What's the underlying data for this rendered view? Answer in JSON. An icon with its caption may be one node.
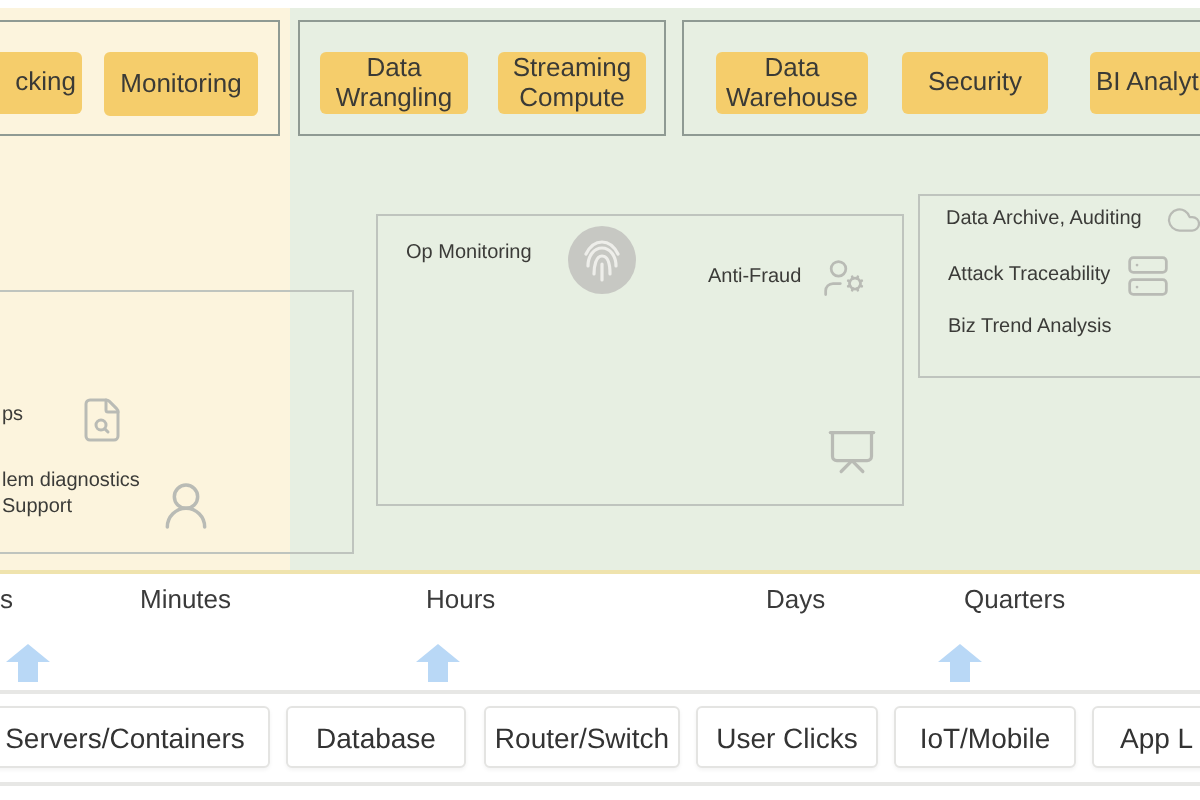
{
  "diagram": {
    "nodes": [
      {
        "text": [],
        "shape": "box"
      },
      {
        "text": [
          "cking"
        ],
        "in": 0
      },
      {
        "text": [
          "Monitoring"
        ],
        "in": 0
      },
      {
        "text": [],
        "shape": "box"
      },
      {
        "text": [
          "Data Wrangling"
        ],
        "in": 3
      },
      {
        "text": [
          "Streaming Compute"
        ],
        "in": 3
      },
      {
        "text": [],
        "shape": "box"
      },
      {
        "text": [
          "Data Warehouse"
        ],
        "in": 6
      },
      {
        "text": [
          "Security"
        ],
        "in": 6
      },
      {
        "text": [
          "BI Analyt"
        ],
        "in": 6
      },
      {
        "text": [
          "ps",
          "lem diagnostics Support"
        ]
      },
      {
        "text": [
          "Op Monitoring",
          "Anti-Fraud"
        ]
      },
      {
        "text": [
          "Data Archive, Auditing",
          "Attack Traceability",
          "Biz Trend Analysis"
        ]
      },
      {
        "text": [
          "Servers/Containers"
        ]
      },
      {
        "text": [
          "Database"
        ]
      },
      {
        "text": [
          "Router/Switch"
        ]
      },
      {
        "text": [
          "User Clicks"
        ]
      },
      {
        "text": [
          "IoT/Mobile"
        ]
      },
      {
        "text": [
          "App L"
        ]
      }
    ],
    "labels": [
      "s",
      "Minutes",
      "Hours",
      "Days",
      "Quarters"
    ]
  }
}
